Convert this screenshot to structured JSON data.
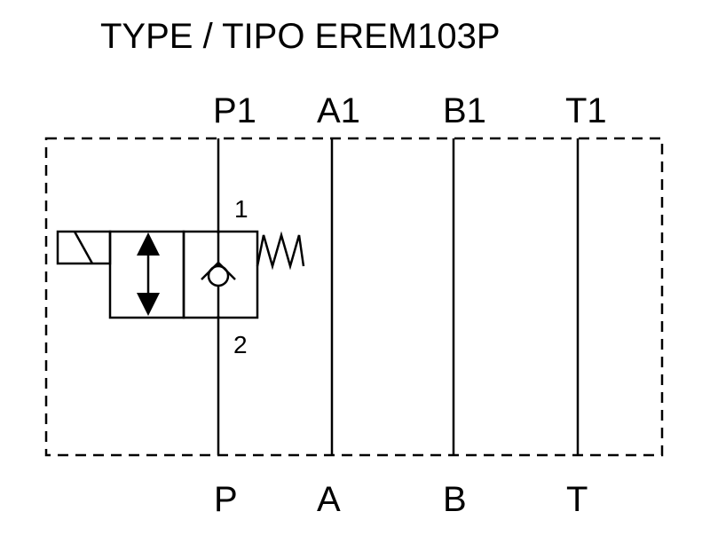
{
  "title": "TYPE / TIPO EREM103P",
  "ports_top": [
    "P1",
    "A1",
    "B1",
    "T1"
  ],
  "ports_bottom": [
    "P",
    "A",
    "B",
    "T"
  ],
  "valve_port_labels": [
    "1",
    "2"
  ]
}
